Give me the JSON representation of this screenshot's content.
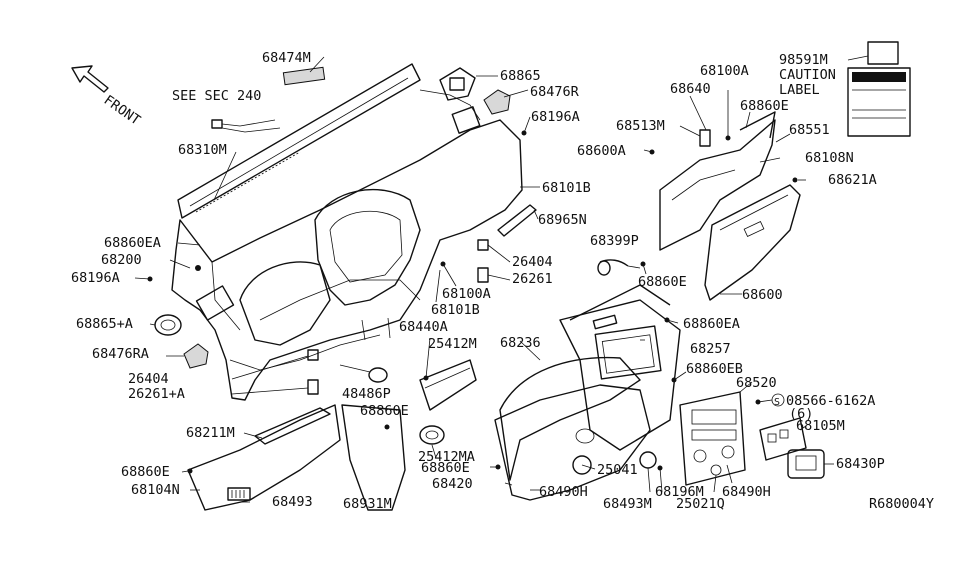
{
  "diagram": {
    "front_label": "FRONT",
    "see_sec": "SEE SEC 240",
    "ref_code": "R680004Y",
    "caution": {
      "part_no": "98591M",
      "line1": "CAUTION",
      "line2": "LABEL"
    },
    "parts": {
      "p68474M": "68474M",
      "p68310M": "68310M",
      "p68860EA_l": "68860EA",
      "p68200": "68200",
      "p68196A_l": "68196A",
      "p68865A": "68865+A",
      "p68476RA": "68476RA",
      "p26404_l": "26404",
      "p26261A": "26261+A",
      "p68211M": "68211M",
      "p68860E_ll": "68860E",
      "p68104N": "68104N",
      "p68493": "68493",
      "p68931M": "68931M",
      "p48486P": "48486P",
      "p68860E_m": "68860E",
      "p68440A": "68440A",
      "p25412M": "25412M",
      "p25412MA": "25412MA",
      "p68860E_m2": "68860E",
      "p68420": "68420",
      "p68490H_l": "68490H",
      "p68101B_c": "68101B",
      "p68100A_c": "68100A",
      "p26404_c": "26404",
      "p26261": "26261",
      "p68965N": "68965N",
      "p68101B_r": "68101B",
      "p68196A_t": "68196A",
      "p68476R": "68476R",
      "p68865": "68865",
      "p68236": "68236",
      "p25041": "25041",
      "p68493M": "68493M",
      "p68196M": "68196M",
      "p25021Q": "25021Q",
      "p68490H_r": "68490H",
      "p68257": "68257",
      "p68860EA_r": "68860EA",
      "p68860EB": "68860EB",
      "p68520": "68520",
      "p08566": "08566-6162A",
      "p08566_qty": "(6)",
      "p68105M": "68105M",
      "p68430P": "68430P",
      "p68399P": "68399P",
      "p68860E_r": "68860E",
      "p68600": "68600",
      "p68600A": "68600A",
      "p68513M": "68513M",
      "p68640": "68640",
      "p68100A_r": "68100A",
      "p68860E_tr": "68860E",
      "p68551": "68551",
      "p68108N": "68108N",
      "p68621A": "68621A"
    }
  }
}
